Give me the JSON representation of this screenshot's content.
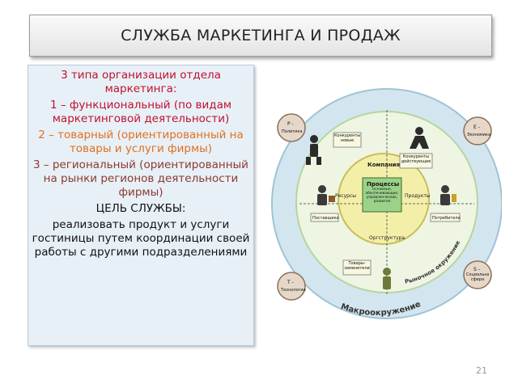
{
  "slide": {
    "title": "СЛУЖБА МАРКЕТИНГА И ПРОДАЖ",
    "page_number": "21"
  },
  "text": {
    "intro": "3 типа организации отдела маркетинга:",
    "type1": "1 – функциональный (по видам маркетинговой деятельности)",
    "type2": "2 – товарный (ориентированный на товары и услуги фирмы)",
    "type3": "3 – региональный (ориентированный на рынки регионов деятельности фирмы)",
    "goal_heading": "ЦЕЛЬ СЛУЖБЫ:",
    "goal_text": "реализовать продукт и услуги гостиницы путем координации своей работы с другими подразделениями"
  },
  "diagram": {
    "macro_label": "Макроокружение",
    "market_label": "Рыночное окружение",
    "company_label": "Компания",
    "processes_label": "Процессы",
    "processes_sub": "Основные, обеспечивающие, управленческие, развития",
    "resources_label": "Ресурсы",
    "products_label": "Продукты",
    "orgstructure_label": "Оргструктура",
    "competitors_new": "Конкуренты новые",
    "competitors_active": "Конкуренты действующие",
    "suppliers": "Поставщики",
    "consumers": "Потребители",
    "substitutes": "Товары-заменители",
    "factor_politics": "Политика",
    "factor_politics_tag": "Р -",
    "factor_economy": "Экономика",
    "factor_economy_tag": "E -",
    "factor_technology": "Технологии",
    "factor_technology_tag": "T -",
    "factor_social": "Социальная сфера",
    "factor_social_tag": "S -"
  },
  "colors": {
    "red": "#c0122d",
    "orange": "#e0701e",
    "macro_ring": "#cfe3ec",
    "market_ring": "#e9f3d7",
    "company_core": "#f3f0a8"
  }
}
